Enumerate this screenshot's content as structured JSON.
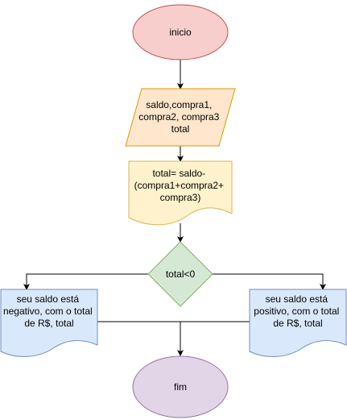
{
  "diagram": {
    "start": {
      "label": "inicio",
      "fill": "#f8cecc",
      "stroke": "#b85450"
    },
    "input": {
      "lines": [
        "saldo,compra1,",
        "compra2, compra3",
        "total"
      ],
      "fill": "#ffe6cc",
      "stroke": "#d79b00"
    },
    "process": {
      "lines": [
        "total= saldo-",
        "(compra1+compra2+",
        "compra3)"
      ],
      "fill": "#fff2cc",
      "stroke": "#d6b656"
    },
    "decision": {
      "label": "total<0",
      "fill": "#d5e8d4",
      "stroke": "#82b366"
    },
    "output_negative": {
      "lines": [
        "seu saldo está",
        "negativo, com o total",
        "de R$, total"
      ],
      "fill": "#dae8fc",
      "stroke": "#6c8ebf"
    },
    "output_positive": {
      "lines": [
        "seu saldo está",
        "positivo, com o total",
        "de R$, total"
      ],
      "fill": "#dae8fc",
      "stroke": "#6c8ebf"
    },
    "end": {
      "label": "fim",
      "fill": "#e1d5e7",
      "stroke": "#9673a6"
    },
    "connector_color": "#000000"
  }
}
